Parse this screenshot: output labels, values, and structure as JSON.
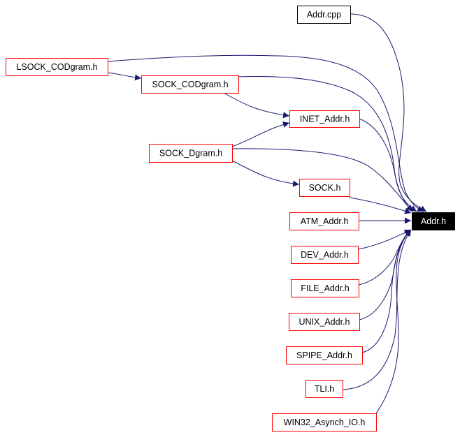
{
  "diagram": {
    "type": "include-dependency-graph",
    "target": "addr_h",
    "colors": {
      "edge": "#191970",
      "node_border_default": "#ff0000",
      "node_border_source": "#000000",
      "target_fill": "#000000",
      "target_text": "#ffffff",
      "text": "#000000"
    },
    "nodes": [
      {
        "id": "addr_cpp",
        "label": "Addr.cpp",
        "style": "plain"
      },
      {
        "id": "lsock_codgram_h",
        "label": "LSOCK_CODgram.h",
        "style": "red"
      },
      {
        "id": "sock_codgram_h",
        "label": "SOCK_CODgram.h",
        "style": "red"
      },
      {
        "id": "inet_addr_h",
        "label": "INET_Addr.h",
        "style": "red"
      },
      {
        "id": "sock_dgram_h",
        "label": "SOCK_Dgram.h",
        "style": "red"
      },
      {
        "id": "sock_h",
        "label": "SOCK.h",
        "style": "red"
      },
      {
        "id": "atm_addr_h",
        "label": "ATM_Addr.h",
        "style": "red"
      },
      {
        "id": "addr_h",
        "label": "Addr.h",
        "style": "target"
      },
      {
        "id": "dev_addr_h",
        "label": "DEV_Addr.h",
        "style": "red"
      },
      {
        "id": "file_addr_h",
        "label": "FILE_Addr.h",
        "style": "red"
      },
      {
        "id": "unix_addr_h",
        "label": "UNIX_Addr.h",
        "style": "red"
      },
      {
        "id": "spipe_addr_h",
        "label": "SPIPE_Addr.h",
        "style": "red"
      },
      {
        "id": "tli_h",
        "label": "TLI.h",
        "style": "red"
      },
      {
        "id": "win32_asynch_io_h",
        "label": "WIN32_Asynch_IO.h",
        "style": "red"
      }
    ],
    "edges": [
      {
        "from": "addr_cpp",
        "to": "addr_h"
      },
      {
        "from": "lsock_codgram_h",
        "to": "addr_h"
      },
      {
        "from": "lsock_codgram_h",
        "to": "sock_codgram_h"
      },
      {
        "from": "sock_codgram_h",
        "to": "addr_h"
      },
      {
        "from": "sock_codgram_h",
        "to": "inet_addr_h"
      },
      {
        "from": "inet_addr_h",
        "to": "addr_h"
      },
      {
        "from": "sock_dgram_h",
        "to": "inet_addr_h"
      },
      {
        "from": "sock_dgram_h",
        "to": "addr_h"
      },
      {
        "from": "sock_dgram_h",
        "to": "sock_h"
      },
      {
        "from": "sock_h",
        "to": "addr_h"
      },
      {
        "from": "atm_addr_h",
        "to": "addr_h"
      },
      {
        "from": "dev_addr_h",
        "to": "addr_h"
      },
      {
        "from": "file_addr_h",
        "to": "addr_h"
      },
      {
        "from": "unix_addr_h",
        "to": "addr_h"
      },
      {
        "from": "spipe_addr_h",
        "to": "addr_h"
      },
      {
        "from": "tli_h",
        "to": "addr_h"
      },
      {
        "from": "win32_asynch_io_h",
        "to": "addr_h"
      }
    ]
  }
}
